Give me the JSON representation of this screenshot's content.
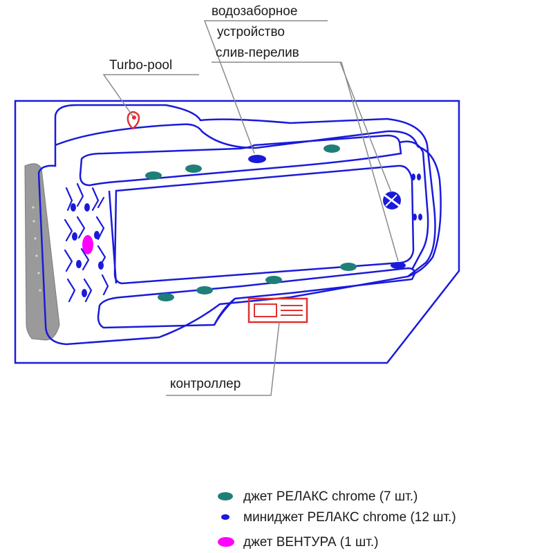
{
  "callouts": {
    "intake_line1": "водозаборное",
    "intake_line2": "устройство",
    "drain": "слив-перелив",
    "turbo": "Turbo-pool",
    "controller": "контроллер"
  },
  "legend": [
    {
      "label": "джет РЕЛАКС chrome (7 шт.)",
      "color": "#1f7f78",
      "icon": "teal-oval-icon"
    },
    {
      "label": "миниджет РЕЛАКС chrome (12 шт.)",
      "color": "#1a1adb",
      "icon": "blue-oval-icon"
    },
    {
      "label": "джет ВЕНТУРА (1 шт.)",
      "color": "#ff00ff",
      "icon": "magenta-oval-icon"
    }
  ],
  "colors": {
    "outline": "#1a1adb",
    "relax_jet": "#1f7f78",
    "mini_jet": "#1a1adb",
    "ventura_jet": "#ff00ff",
    "controller": "#e03030",
    "turbo_pool": "#e03030",
    "headrest": "#9a9a9a",
    "leader_line": "#8a8a8a"
  }
}
